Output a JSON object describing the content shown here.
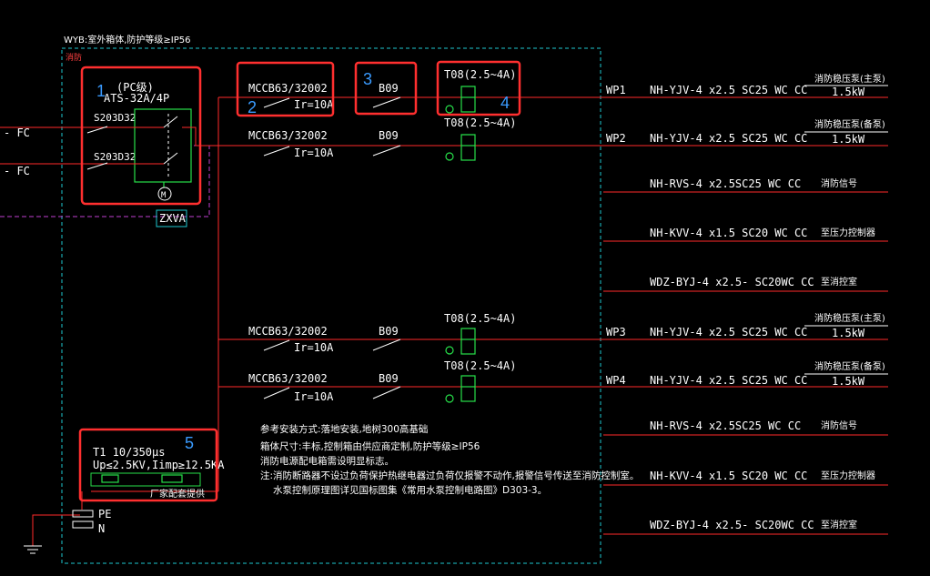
{
  "header": {
    "enclosure_spec": "WYB:室外箱体,防护等级≥IP56",
    "panel_tag": "消防"
  },
  "incoming": [
    {
      "label": "- FC"
    },
    {
      "label": "- FC"
    }
  ],
  "ats": {
    "brand": "(PC级)",
    "model": "ATS-32A/4P",
    "breaker1": "S203D32",
    "breaker2": "S203D32",
    "motor": "M",
    "controller": "ZXVA"
  },
  "callouts": [
    "1",
    "2",
    "3",
    "4",
    "5"
  ],
  "circuits": [
    {
      "mccb": "MCCB63/32002",
      "ir": "Ir=10A",
      "b": "B09",
      "relay": "T08(2.5~4A)",
      "id": "WP1",
      "cable": "NH-YJV-4 x2.5 SC25 WC CC",
      "load": "消防稳压泵(主泵)",
      "power": "1.5kW"
    },
    {
      "mccb": "MCCB63/32002",
      "ir": "Ir=10A",
      "b": "B09",
      "relay": "T08(2.5~4A)",
      "id": "WP2",
      "cable": "NH-YJV-4 x2.5 SC25 WC CC",
      "load": "消防稳压泵(备泵)",
      "power": "1.5kW"
    },
    {
      "mccb": "MCCB63/32002",
      "ir": "Ir=10A",
      "b": "B09",
      "relay": "T08(2.5~4A)",
      "id": "WP3",
      "cable": "NH-YJV-4 x2.5 SC25 WC CC",
      "load": "消防稳压泵(主泵)",
      "power": "1.5kW"
    },
    {
      "mccb": "MCCB63/32002",
      "ir": "Ir=10A",
      "b": "B09",
      "relay": "T08(2.5~4A)",
      "id": "WP4",
      "cable": "NH-YJV-4 x2.5 SC25 WC CC",
      "load": "消防稳压泵(备泵)",
      "power": "1.5kW"
    }
  ],
  "signals": [
    {
      "cable": "NH-RVS-4 x2.5SC25 WC CC",
      "dest": "消防信号"
    },
    {
      "cable": "NH-KVV-4 x1.5 SC20 WC CC",
      "dest": "至压力控制器"
    },
    {
      "cable": "WDZ-BYJ-4 x2.5- SC20WC CC",
      "dest": "至消控室"
    },
    {
      "cable": "NH-RVS-4 x2.5SC25 WC CC",
      "dest": "消防信号"
    },
    {
      "cable": "NH-KVV-4 x1.5 SC20 WC CC",
      "dest": "至压力控制器"
    },
    {
      "cable": "WDZ-BYJ-4 x2.5- SC20WC CC",
      "dest": "至消控室"
    }
  ],
  "spd": {
    "class": "T1 10/350μs",
    "rating": "Up≤2.5KV,Iimp≥12.5KA",
    "supplier": "厂家配套提供"
  },
  "ground": {
    "pe": "PE",
    "n": "N"
  },
  "notes": [
    "参考安装方式:落地安装,地树300高基础",
    "箱体尺寸:丰标,控制箱由供应商定制,防护等级≥IP56",
    "消防电源配电箱需设明显标志。",
    "注:消防断路器不设过负荷保护热继电器过负荷仅报警不动作,报警信号传送至消防控制室。",
    "水泵控制原理图详见国标图集《常用水泵控制电路图》D303-3。"
  ]
}
